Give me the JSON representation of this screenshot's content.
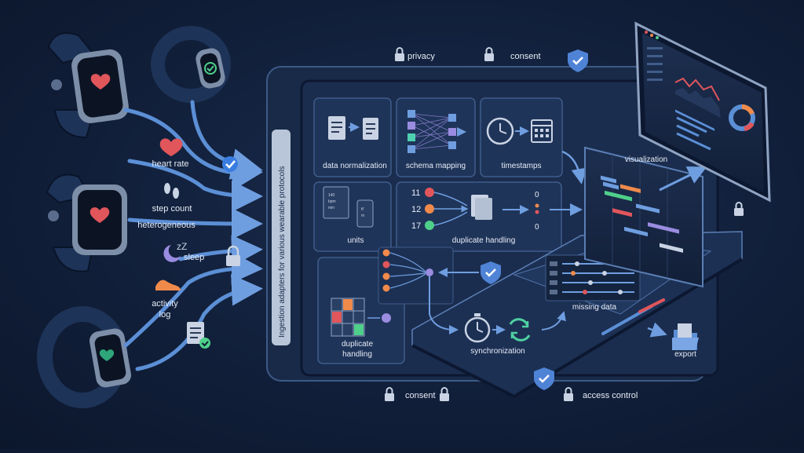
{
  "top_labels": {
    "privacy": "privacy",
    "consent": "consent"
  },
  "bottom_labels": {
    "consent": "consent",
    "access_control": "access control"
  },
  "ingestion_label": "Ingestion adapters for various wearable protocols",
  "sources": {
    "heart_rate": "heart rate",
    "step_count": "step count",
    "heterogeneous": "heterogeneous",
    "sleep": "sleep",
    "activity_log_line1": "activity",
    "activity_log_line2": "log",
    "sleep_glyph": "zZ"
  },
  "modules": {
    "data_normalization": "data normalization",
    "schema_mapping": "schema mapping",
    "timestamps": "timestamps",
    "units": "units",
    "duplicate_handling": "duplicate handling",
    "duplicate_handling_2_line1": "duplicate",
    "duplicate_handling_2_line2": "handling",
    "synchronization": "synchronization",
    "missing_data": "missing data",
    "visualization": "visualization",
    "export": "export"
  },
  "dup_numbers": {
    "in": [
      "11",
      "12",
      "17"
    ],
    "out": [
      "0",
      "0"
    ]
  },
  "units_doc_text": [
    "140",
    "bpm",
    "min",
    "ft'",
    "m"
  ],
  "colors": {
    "background": "#111f3a",
    "panel": "#1b2d4e",
    "accent_blue": "#5b8fd6",
    "heart_red": "#e0565b",
    "check_green": "#4fd08a",
    "dot_orange": "#f08a4b",
    "dot_purple": "#9a8ce0"
  }
}
